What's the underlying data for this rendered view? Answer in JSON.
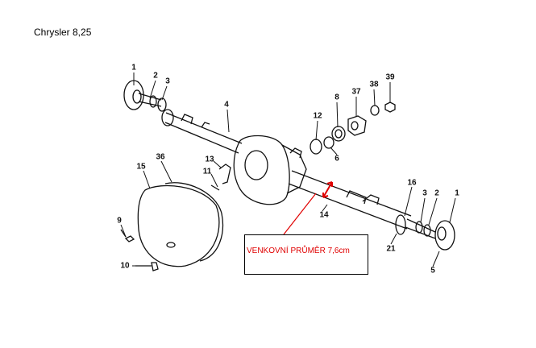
{
  "title": "Chrysler 8,25",
  "annotation": {
    "text": "VENKOVNÍ PRŮMĚR 7,6cm",
    "color": "#e00000"
  },
  "part_labels": [
    "1",
    "2",
    "3",
    "4",
    "12",
    "8",
    "6",
    "37",
    "38",
    "39",
    "13",
    "11",
    "15",
    "36",
    "9",
    "10",
    "14",
    "16",
    "3",
    "2",
    "1",
    "21",
    "5"
  ]
}
